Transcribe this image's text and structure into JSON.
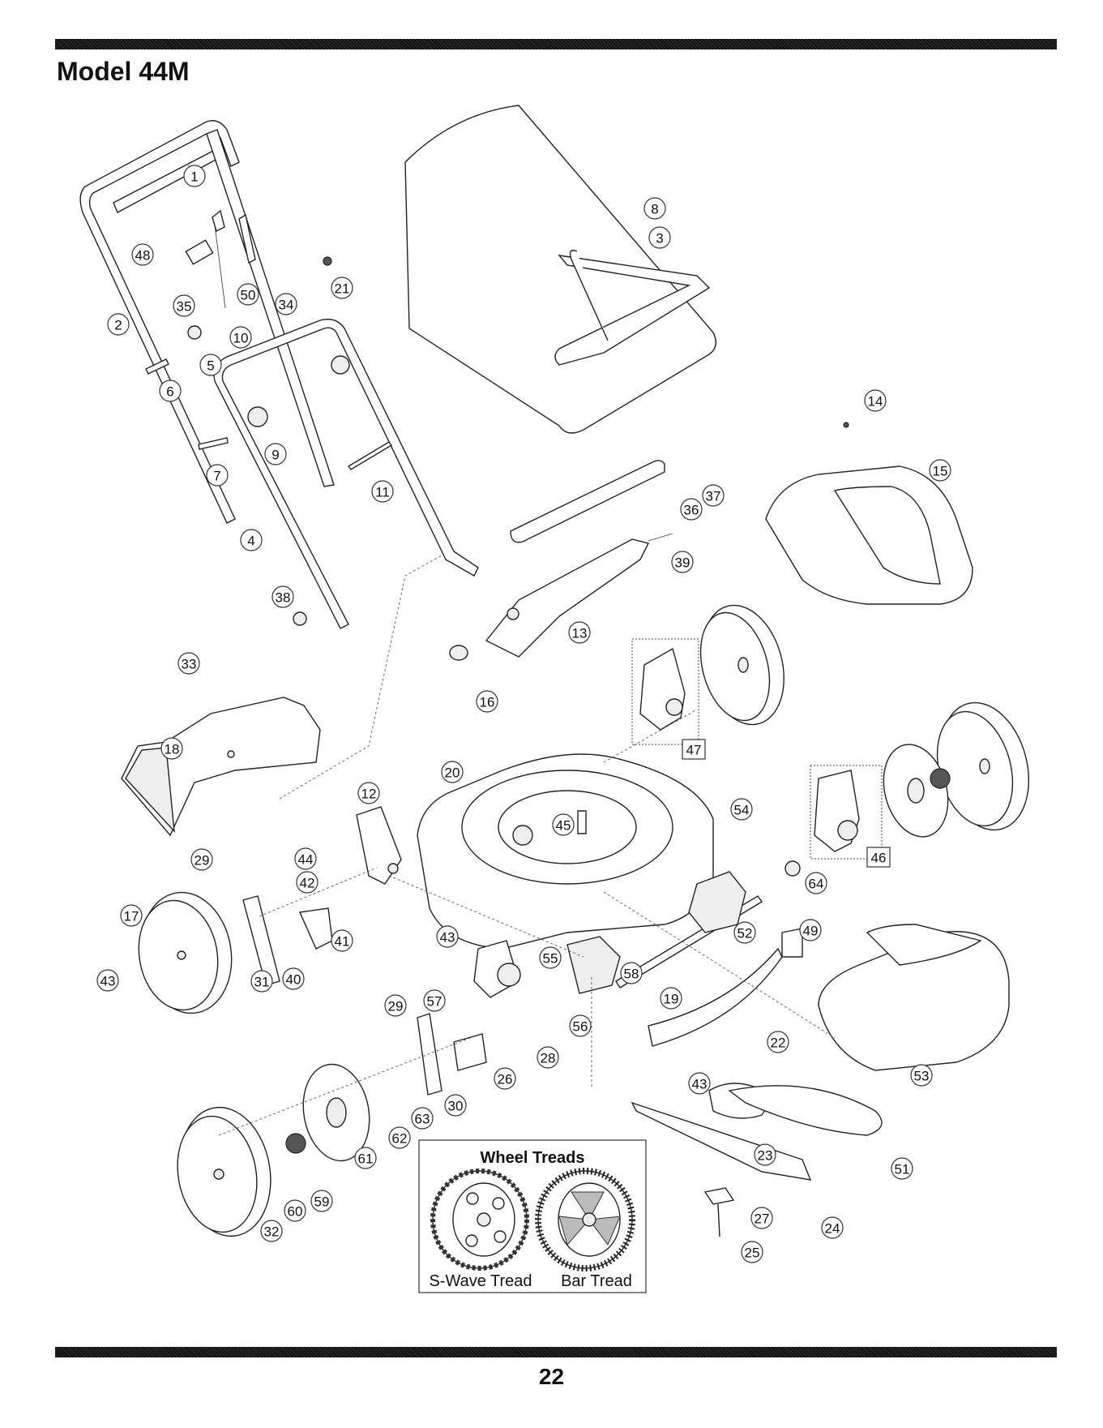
{
  "page": {
    "title": "Model 44M",
    "page_number": "22"
  },
  "callouts": [
    {
      "id": "p1",
      "label": "1"
    },
    {
      "id": "p2",
      "label": "2"
    },
    {
      "id": "p3",
      "label": "3"
    },
    {
      "id": "p4",
      "label": "4"
    },
    {
      "id": "p5",
      "label": "5"
    },
    {
      "id": "p6",
      "label": "6"
    },
    {
      "id": "p7",
      "label": "7"
    },
    {
      "id": "p8",
      "label": "8"
    },
    {
      "id": "p9",
      "label": "9"
    },
    {
      "id": "p10",
      "label": "10"
    },
    {
      "id": "p11",
      "label": "11"
    },
    {
      "id": "p12",
      "label": "12"
    },
    {
      "id": "p13",
      "label": "13"
    },
    {
      "id": "p14",
      "label": "14"
    },
    {
      "id": "p15",
      "label": "15"
    },
    {
      "id": "p16",
      "label": "16"
    },
    {
      "id": "p17",
      "label": "17"
    },
    {
      "id": "p18",
      "label": "18"
    },
    {
      "id": "p19",
      "label": "19"
    },
    {
      "id": "p20",
      "label": "20"
    },
    {
      "id": "p21",
      "label": "21"
    },
    {
      "id": "p22",
      "label": "22"
    },
    {
      "id": "p23",
      "label": "23"
    },
    {
      "id": "p24",
      "label": "24"
    },
    {
      "id": "p25",
      "label": "25"
    },
    {
      "id": "p26",
      "label": "26"
    },
    {
      "id": "p27",
      "label": "27"
    },
    {
      "id": "p28",
      "label": "28"
    },
    {
      "id": "p29a",
      "label": "29"
    },
    {
      "id": "p29b",
      "label": "29"
    },
    {
      "id": "p30",
      "label": "30"
    },
    {
      "id": "p31",
      "label": "31"
    },
    {
      "id": "p32",
      "label": "32"
    },
    {
      "id": "p33",
      "label": "33"
    },
    {
      "id": "p34",
      "label": "34"
    },
    {
      "id": "p35",
      "label": "35"
    },
    {
      "id": "p36",
      "label": "36"
    },
    {
      "id": "p37",
      "label": "37"
    },
    {
      "id": "p38",
      "label": "38"
    },
    {
      "id": "p39",
      "label": "39"
    },
    {
      "id": "p40",
      "label": "40"
    },
    {
      "id": "p41",
      "label": "41"
    },
    {
      "id": "p42",
      "label": "42"
    },
    {
      "id": "p43a",
      "label": "43"
    },
    {
      "id": "p43b",
      "label": "43"
    },
    {
      "id": "p43c",
      "label": "43"
    },
    {
      "id": "p44",
      "label": "44"
    },
    {
      "id": "p45",
      "label": "45"
    },
    {
      "id": "p46",
      "label": "46"
    },
    {
      "id": "p47",
      "label": "47"
    },
    {
      "id": "p48",
      "label": "48"
    },
    {
      "id": "p49",
      "label": "49"
    },
    {
      "id": "p50",
      "label": "50"
    },
    {
      "id": "p51",
      "label": "51"
    },
    {
      "id": "p52",
      "label": "52"
    },
    {
      "id": "p53",
      "label": "53"
    },
    {
      "id": "p54",
      "label": "54"
    },
    {
      "id": "p55",
      "label": "55"
    },
    {
      "id": "p56",
      "label": "56"
    },
    {
      "id": "p57",
      "label": "57"
    },
    {
      "id": "p58",
      "label": "58"
    },
    {
      "id": "p59",
      "label": "59"
    },
    {
      "id": "p60",
      "label": "60"
    },
    {
      "id": "p61",
      "label": "61"
    },
    {
      "id": "p62",
      "label": "62"
    },
    {
      "id": "p63",
      "label": "63"
    },
    {
      "id": "p64",
      "label": "64"
    }
  ],
  "inset": {
    "title": "Wheel Treads",
    "left_label": "S-Wave Tread",
    "right_label": "Bar Tread"
  }
}
